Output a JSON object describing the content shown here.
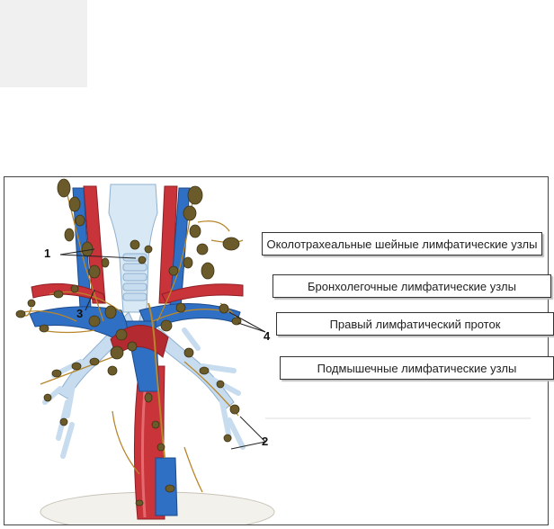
{
  "labels": {
    "paratracheal": "Околотрахеальные шейные лимфатические узлы",
    "bronchopulmonary": "Бронхолегочные лимфатические узлы",
    "right_duct": "Правый лимфатический проток",
    "axillary": "Подмышечные лимфатические узлы"
  },
  "markers": [
    "1",
    "2",
    "3",
    "4"
  ],
  "colors": {
    "artery": "#c9333a",
    "vein": "#2f6fc4",
    "node": "#6b5a2a",
    "vessel": "#b8862b",
    "trachea": "#c7dcef"
  }
}
